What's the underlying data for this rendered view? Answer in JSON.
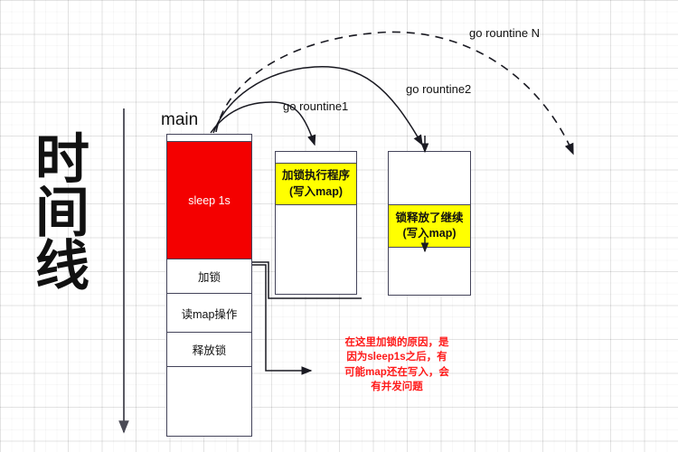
{
  "diagram": {
    "title_vertical": "时间线",
    "main_label": "main",
    "colors": {
      "sleep_fill": "#f40000",
      "band_fill": "#ffff00",
      "note_text": "#ff1a1a",
      "box_stroke": "#44445a",
      "grid_line": "#d8d8d8"
    },
    "columns": {
      "main": {
        "label": "main",
        "segments": [
          {
            "name": "gap",
            "text": ""
          },
          {
            "name": "sleep",
            "text": "sleep 1s"
          },
          {
            "name": "lock",
            "text": "加锁"
          },
          {
            "name": "read-map",
            "text": "读map操作"
          },
          {
            "name": "release-lock",
            "text": "释放锁"
          },
          {
            "name": "tail",
            "text": ""
          }
        ]
      },
      "goroutine1": {
        "label": "go rountine1",
        "band_text_line1": "加锁执行程序",
        "band_text_line2": "(写入map)"
      },
      "goroutine2": {
        "label": "go rountine2",
        "band_text_line1": "锁释放了继续",
        "band_text_line2": "(写入map)"
      },
      "goroutineN": {
        "label": "go rountine N"
      }
    },
    "note": "在这里加锁的原因，是因为sleep1s之后，有可能map还在写入，会有并发问题"
  }
}
